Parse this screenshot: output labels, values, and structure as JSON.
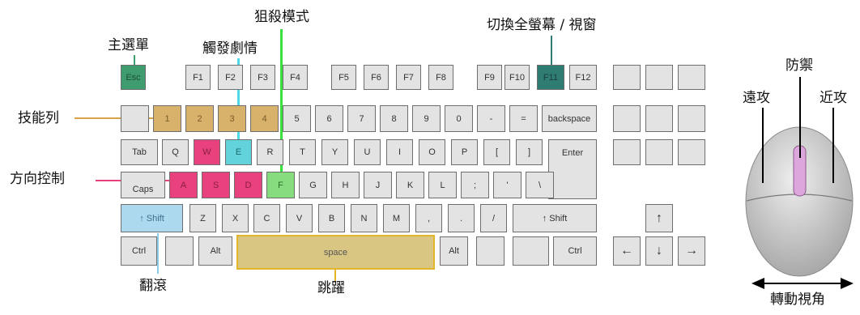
{
  "labels": {
    "main_menu": "主選單",
    "touch_trigger": "觸發劇情",
    "sniper_mode": "狙殺模式",
    "fullscreen_toggle": "切換全螢幕 / 視窗",
    "skill_bar": "技能列",
    "direction_control": "方向控制",
    "roll": "翻滾",
    "jump": "跳躍",
    "defend": "防禦",
    "ranged_attack": "遠攻",
    "melee_attack": "近攻",
    "rotate_view": "轉動視角"
  },
  "keys": {
    "esc": "Esc",
    "f1": "F1",
    "f2": "F2",
    "f3": "F3",
    "f4": "F4",
    "f5": "F5",
    "f6": "F6",
    "f7": "F7",
    "f8": "F8",
    "f9": "F9",
    "f10": "F10",
    "f11": "F11",
    "f12": "F12",
    "n1": "1",
    "n2": "2",
    "n3": "3",
    "n4": "4",
    "n5": "5",
    "n6": "6",
    "n7": "7",
    "n8": "8",
    "n9": "9",
    "n0": "0",
    "minus": "-",
    "equals": "=",
    "backspace": "backspace",
    "tab": "Tab",
    "q": "Q",
    "w": "W",
    "e": "E",
    "r": "R",
    "t": "T",
    "y": "Y",
    "u": "U",
    "i": "I",
    "o": "O",
    "p": "P",
    "lbracket": "[",
    "rbracket": "]",
    "enter": "Enter",
    "caps": "Caps",
    "a": "A",
    "s": "S",
    "d": "D",
    "f": "F",
    "g": "G",
    "h": "H",
    "j": "J",
    "k": "K",
    "l": "L",
    "semicolon": ";",
    "quote": "'",
    "backslash": "\\",
    "lshift": "↑ Shift",
    "z": "Z",
    "x": "X",
    "c": "C",
    "v": "V",
    "b": "B",
    "n": "N",
    "m": "M",
    "comma": ",",
    "period": ".",
    "slash": "/",
    "rshift": "↑ Shift",
    "lctrl": "Ctrl",
    "lalt": "Alt",
    "space": "space",
    "ralt": "Alt",
    "rctrl": "Ctrl",
    "arrow_up": "↑",
    "arrow_left": "←",
    "arrow_down": "↓",
    "arrow_right": "→"
  },
  "colors": {
    "esc": "#3f9c6e",
    "f11": "#2f7c72",
    "skill": "#d8b26a",
    "move_red": "#e8417d",
    "e_cyan": "#63d3db",
    "f_green": "#86dc7f",
    "shift_blue": "#add9ef",
    "space_yellow": "#d8c682",
    "space_border": "#e2b52a",
    "mouse_button": "#dca7dc"
  }
}
